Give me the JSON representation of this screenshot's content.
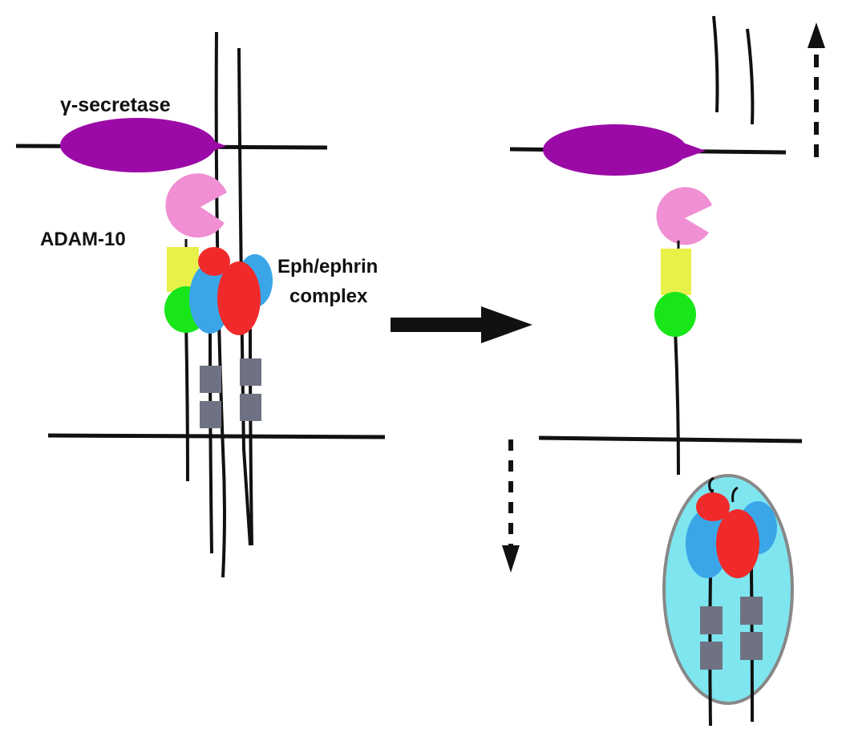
{
  "labels": {
    "gamma_secretase": "γ-secretase",
    "adam10": "ADAM-10",
    "eph_ephrin_line1": "Eph/ephrin",
    "eph_ephrin_line2": "complex"
  },
  "colors": {
    "gamma_secretase": "#9b0aa6",
    "adam10": "#f08fd4",
    "yellow_domain": "#e8f04a",
    "green_domain": "#19e619",
    "ephrin_red": "#f02a2a",
    "eph_blue": "#3aa6e8",
    "grey_box": "#6e7282",
    "vesicle_fill": "#7fe6f0",
    "vesicle_stroke": "#888888",
    "line": "#111111"
  },
  "icons": [
    "solid-right-arrow",
    "dashed-up-arrow",
    "dashed-down-arrow",
    "pacman-protein-shape"
  ]
}
